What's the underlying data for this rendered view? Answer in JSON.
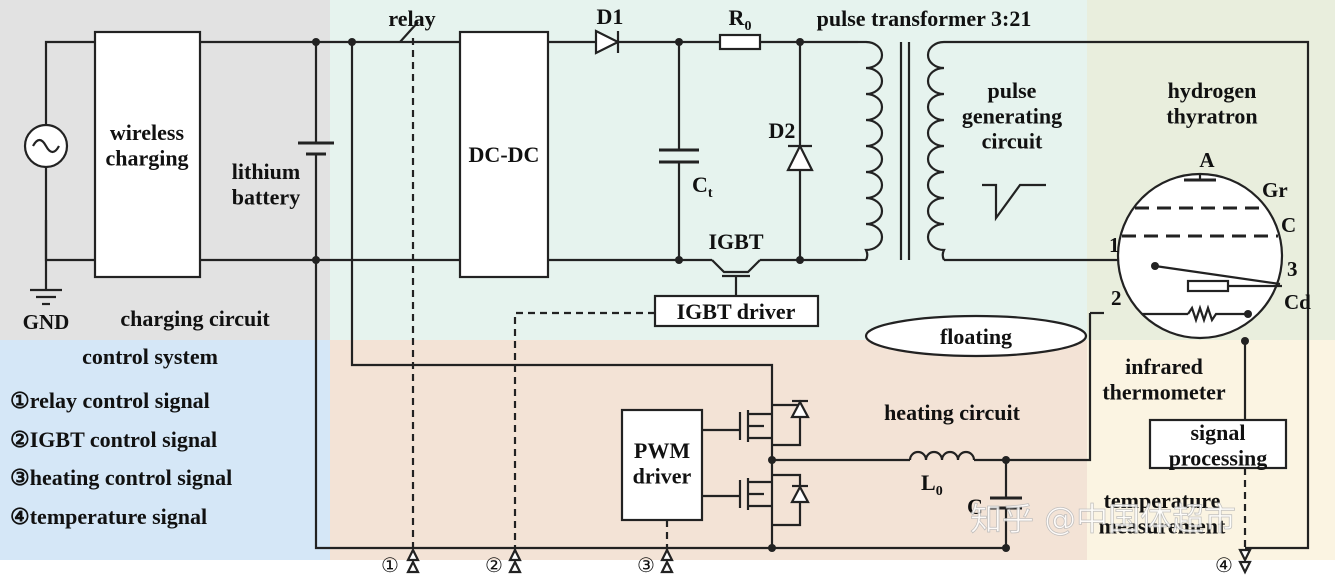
{
  "colors": {
    "charging_region": "#e2e2e2",
    "pulse_region": "#e6f3ee",
    "thyratron_region": "#e9eedd",
    "control_region": "#d5e7f7",
    "heating_region": "#f3e3d6",
    "temperature_region": "#fbf4e2"
  },
  "charging": {
    "wireless_charging": "wireless\ncharging",
    "lithium_battery": "lithium\nbattery",
    "gnd": "GND",
    "title": "charging circuit",
    "source_icon": "ac-source-icon"
  },
  "pulse": {
    "relay": "relay",
    "dcdc": "DC-DC",
    "d1": "D1",
    "r0": "R",
    "r0_sub": "0",
    "transformer": "pulse transformer  3:21",
    "d2": "D2",
    "ct": "C",
    "ct_sub": "t",
    "igbt": "IGBT",
    "igbt_driver": "IGBT driver",
    "pulse_generating": "pulse\ngenerating\ncircuit"
  },
  "thyratron": {
    "title": "hydrogen\nthyratron",
    "anode": "A",
    "grid": "Gr",
    "cathode": "C",
    "cathode_d": "Cd",
    "pin1": "1",
    "pin2": "2",
    "pin3": "3",
    "floating": "floating"
  },
  "control": {
    "title": "control system",
    "signals": [
      "①relay control signal",
      "②IGBT control signal",
      "③heating control signal",
      "④temperature signal"
    ]
  },
  "heating": {
    "title": "heating circuit",
    "pwm": "PWM\ndriver",
    "l0": "L",
    "l0_sub": "0",
    "c": "C"
  },
  "temperature": {
    "infrared": "infrared\nthermometer",
    "signal_processing": "signal\nprocessing",
    "title": "temperature\nmeasurement"
  },
  "ports": [
    "①",
    "②",
    "③",
    "④"
  ],
  "watermark": "知乎 @中国体超市"
}
